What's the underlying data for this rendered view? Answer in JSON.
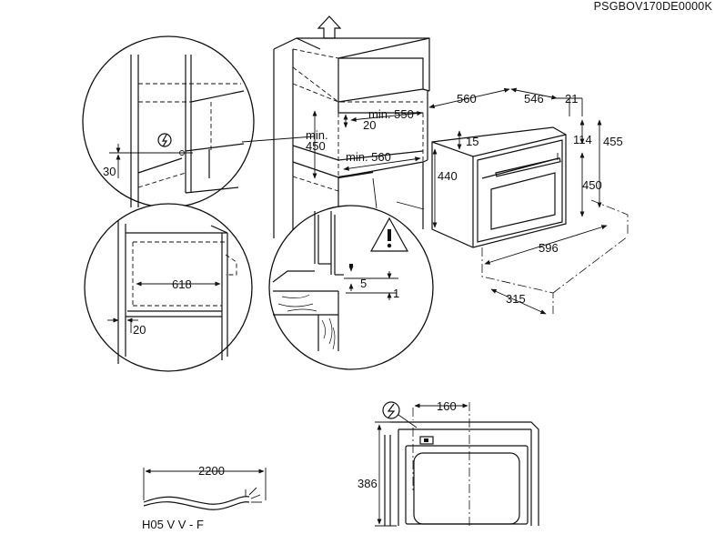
{
  "product_code": "PSGBOV170DE0000K",
  "cable_label": "H05 V V - F",
  "dimensions": {
    "oven_depth": "560",
    "oven_width_top": "546",
    "front_offset": "21",
    "oven_height": "455",
    "panel_height": "114",
    "cavity_height": "450",
    "top_gap": "15",
    "side_height": "440",
    "front_width": "596",
    "base_depth": "315",
    "niche_min_depth": "min. 550",
    "niche_gap": "20",
    "niche_min_height_label": "min.",
    "niche_min_height_value": "450",
    "niche_min_width": "min. 560",
    "socket_height": "30",
    "inner_width": "618",
    "side_gap": "20",
    "shelf_gap": "5",
    "edge_gap": "1",
    "cable_length": "2200",
    "socket_offset": "160",
    "socket_panel_height": "386"
  },
  "icons": [
    "arrow-up-icon",
    "electric-plug-icon",
    "warning-icon"
  ]
}
